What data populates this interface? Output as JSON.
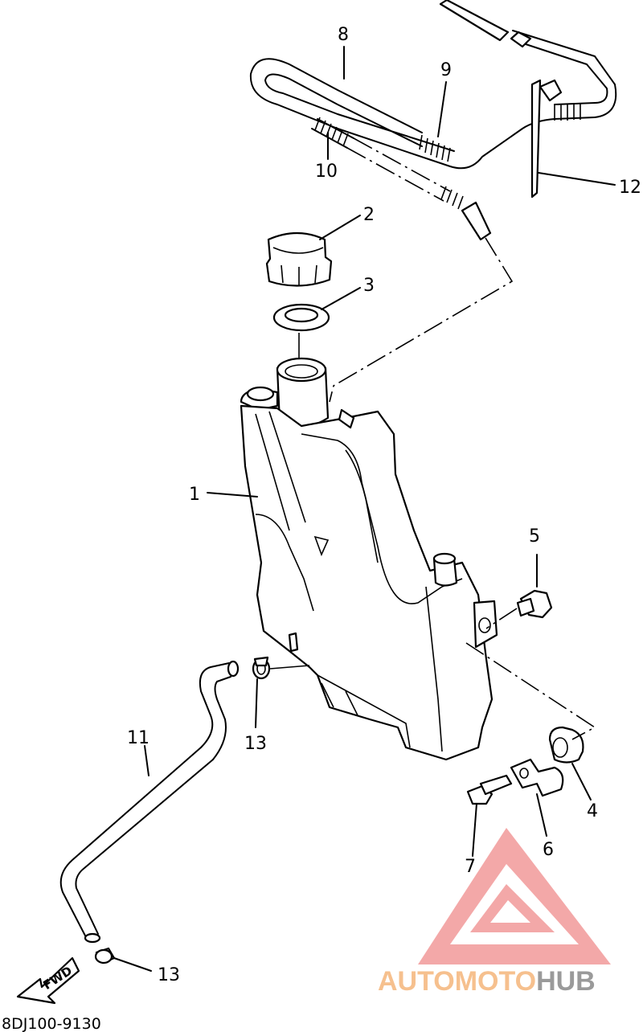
{
  "diagram": {
    "callouts": [
      "1",
      "2",
      "3",
      "4",
      "5",
      "6",
      "7",
      "8",
      "9",
      "10",
      "11",
      "12",
      "13",
      "13"
    ],
    "direction_label": "FWD",
    "part_code": "8DJ100-9130"
  },
  "watermark": {
    "brand_a": "AUTOMOTO",
    "brand_b": "HUB",
    "colors": {
      "logo": "#f29a9a",
      "auto_moto": "#f6c08e",
      "hub": "#9a9a9a"
    }
  }
}
